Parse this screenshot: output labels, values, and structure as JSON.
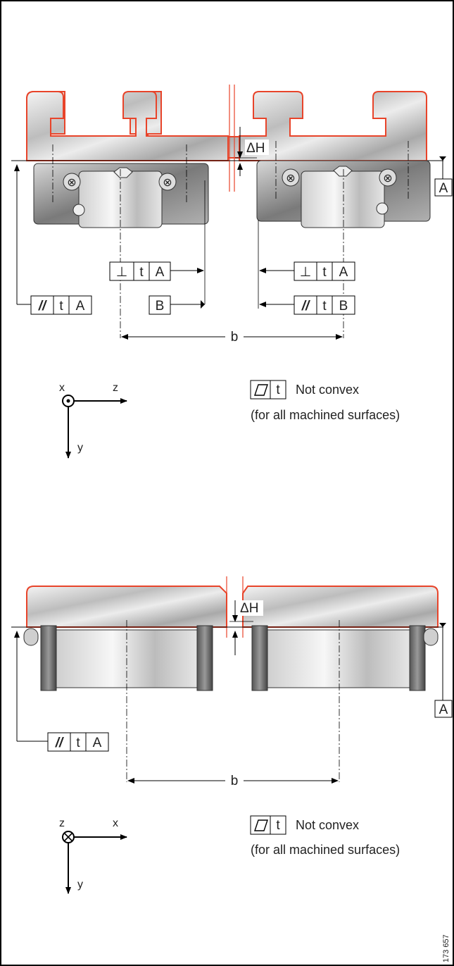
{
  "colors": {
    "outline_red": "#e8442a",
    "steel_dark": "#7c7c7c",
    "steel_mid": "#b9b9b9",
    "steel_light": "#e9e9e9",
    "frame": "#000000"
  },
  "top_view": {
    "delta_label": "ΔH",
    "datum_label": "A",
    "fcf_perpendicular": {
      "symbol": "⊥",
      "tol": "t",
      "datum": "A"
    },
    "fcf_parallel_left": {
      "symbol": "//",
      "tol": "t",
      "datum": "A"
    },
    "datum_b_label": "B",
    "fcf_perpendicular_right": {
      "symbol": "⊥",
      "tol": "t",
      "datum": "A"
    },
    "fcf_parallel_right": {
      "symbol": "//",
      "tol": "t",
      "datum": "B"
    },
    "distance_label": "b",
    "axes": {
      "out_of_plane": "x",
      "horizontal": "z",
      "vertical": "y"
    },
    "flatness": {
      "symbol_icon": "flatness-icon",
      "tol": "t",
      "text": "Not convex",
      "subtext": "(for all machined surfaces)"
    }
  },
  "side_view": {
    "delta_label": "ΔH",
    "datum_label": "A",
    "fcf_parallel_left": {
      "symbol": "//",
      "tol": "t",
      "datum": "A"
    },
    "distance_label": "b",
    "axes": {
      "out_of_plane": "z",
      "horizontal": "x",
      "vertical": "y"
    },
    "flatness": {
      "symbol_icon": "flatness-icon",
      "tol": "t",
      "text": "Not convex",
      "subtext": "(for all machined surfaces)"
    }
  },
  "figure_code": "173 657"
}
